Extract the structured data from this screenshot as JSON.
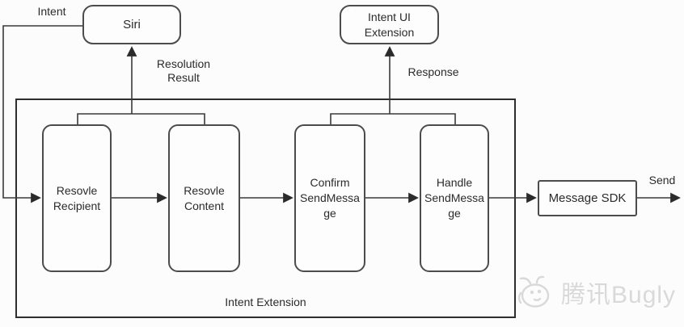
{
  "diagram": {
    "nodes": {
      "siri": "Siri",
      "intent_ui_extension": "Intent UI\nExtension",
      "resolve_recipient": "Resovle\nRecipient",
      "resolve_content": "Resovle\nContent",
      "confirm_sendmessage": "Confirm\nSendMessa\nge",
      "handle_sendmessage": "Handle\nSendMessa\nge",
      "message_sdk": "Message SDK"
    },
    "container_label": "Intent Extension",
    "edge_labels": {
      "intent": "Intent",
      "resolution_result": "Resolution\nResult",
      "response": "Response",
      "send": "Send"
    },
    "watermark": {
      "text": "腾讯Bugly"
    },
    "colors": {
      "line": "#3a3a3a",
      "text": "#2b2b2b",
      "watermark": "#d9d9d9",
      "background": "#fcfcfc"
    }
  }
}
